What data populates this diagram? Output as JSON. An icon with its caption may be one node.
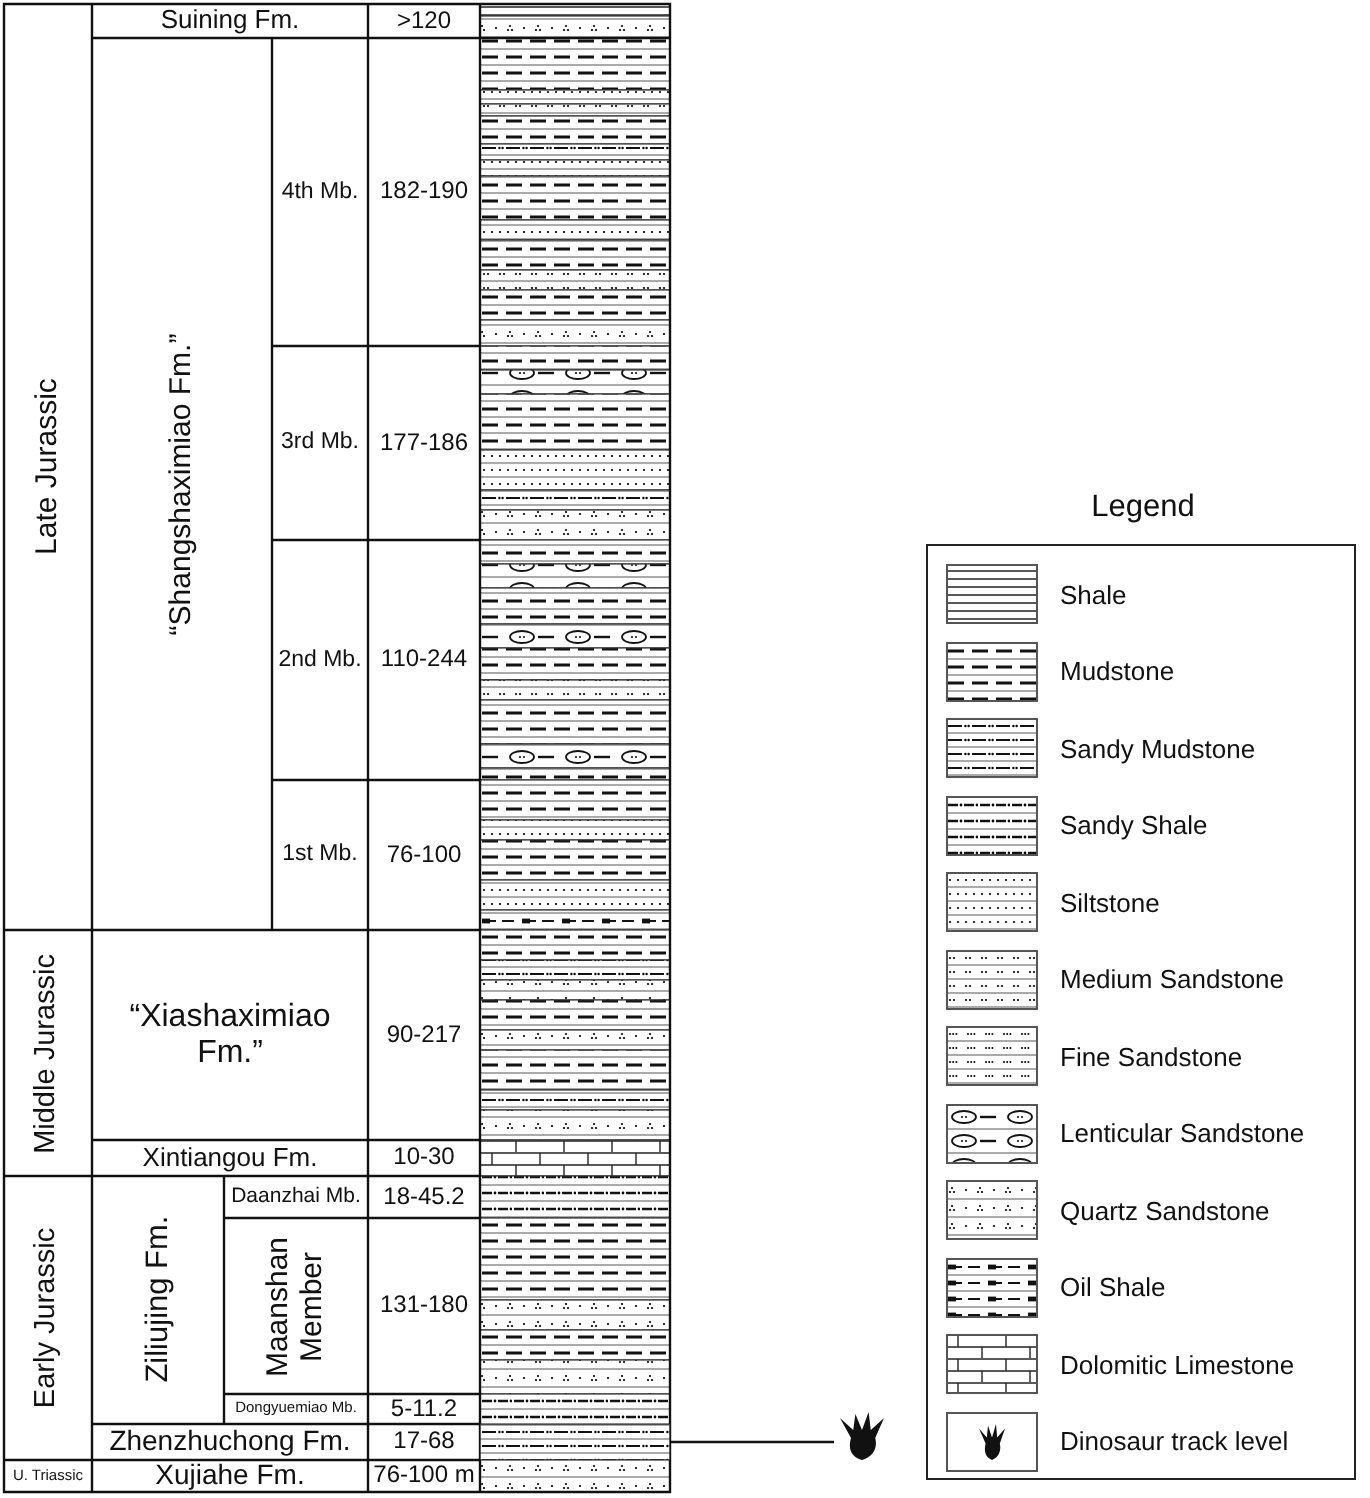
{
  "diagram": {
    "nodes": [
      {
        "text": [],
        "shape": "bar"
      },
      {
        "text": [],
        "shape": "footprint"
      }
    ],
    "edges": [
      {
        "from": 0,
        "to": 1,
        "arrow": "none"
      }
    ],
    "labels": [
      "Suining Fm.",
      ">120",
      "Late Jurassic",
      "“Shangshaximiao Fm.”",
      "4th Mb.",
      "182-190",
      "3rd Mb.",
      "177-186",
      "2nd Mb.",
      "110-244",
      "1st Mb.",
      "76-100",
      "Middle Jurassic",
      "“Xiashaximiao Fm.”",
      "90-217",
      "Xintiangou Fm.",
      "10-30",
      "Early Jurassic",
      "Ziliujing Fm.",
      "Daanzhai Mb.",
      "18-45.2",
      "Maanshan Member",
      "131-180",
      "Dongyuemiao Mb.",
      "5-11.2",
      "Zhenzhuchong Fm.",
      "17-68",
      "U. Triassic",
      "Xujiahe Fm.",
      "76-100 m",
      "Legend"
    ],
    "legend": [
      {
        "text": "Shale"
      },
      {
        "text": "Mudstone"
      },
      {
        "text": "Sandy Mudstone"
      },
      {
        "text": "Sandy Shale"
      },
      {
        "text": "Siltstone"
      },
      {
        "text": "Medium Sandstone"
      },
      {
        "text": "Fine Sandstone"
      },
      {
        "text": "Lenticular Sandstone"
      },
      {
        "text": "Quartz Sandstone"
      },
      {
        "text": "Oil Shale"
      },
      {
        "text": "Dolomitic Limestone"
      },
      {
        "text": "Dinosaur track level"
      }
    ]
  }
}
